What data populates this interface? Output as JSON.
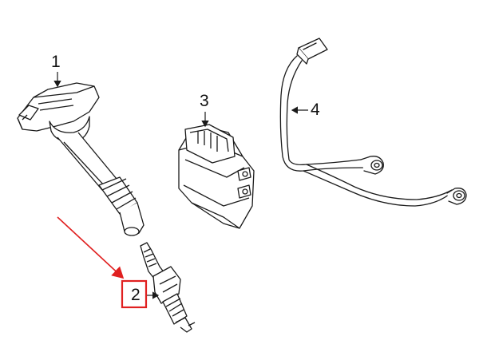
{
  "diagram": {
    "callouts": [
      {
        "id": "1",
        "label": "1"
      },
      {
        "id": "2",
        "label": "2",
        "highlighted": true
      },
      {
        "id": "3",
        "label": "3"
      },
      {
        "id": "4",
        "label": "4"
      }
    ],
    "colors": {
      "line": "#1a1a1a",
      "highlight": "#e02020",
      "background": "#ffffff"
    }
  }
}
